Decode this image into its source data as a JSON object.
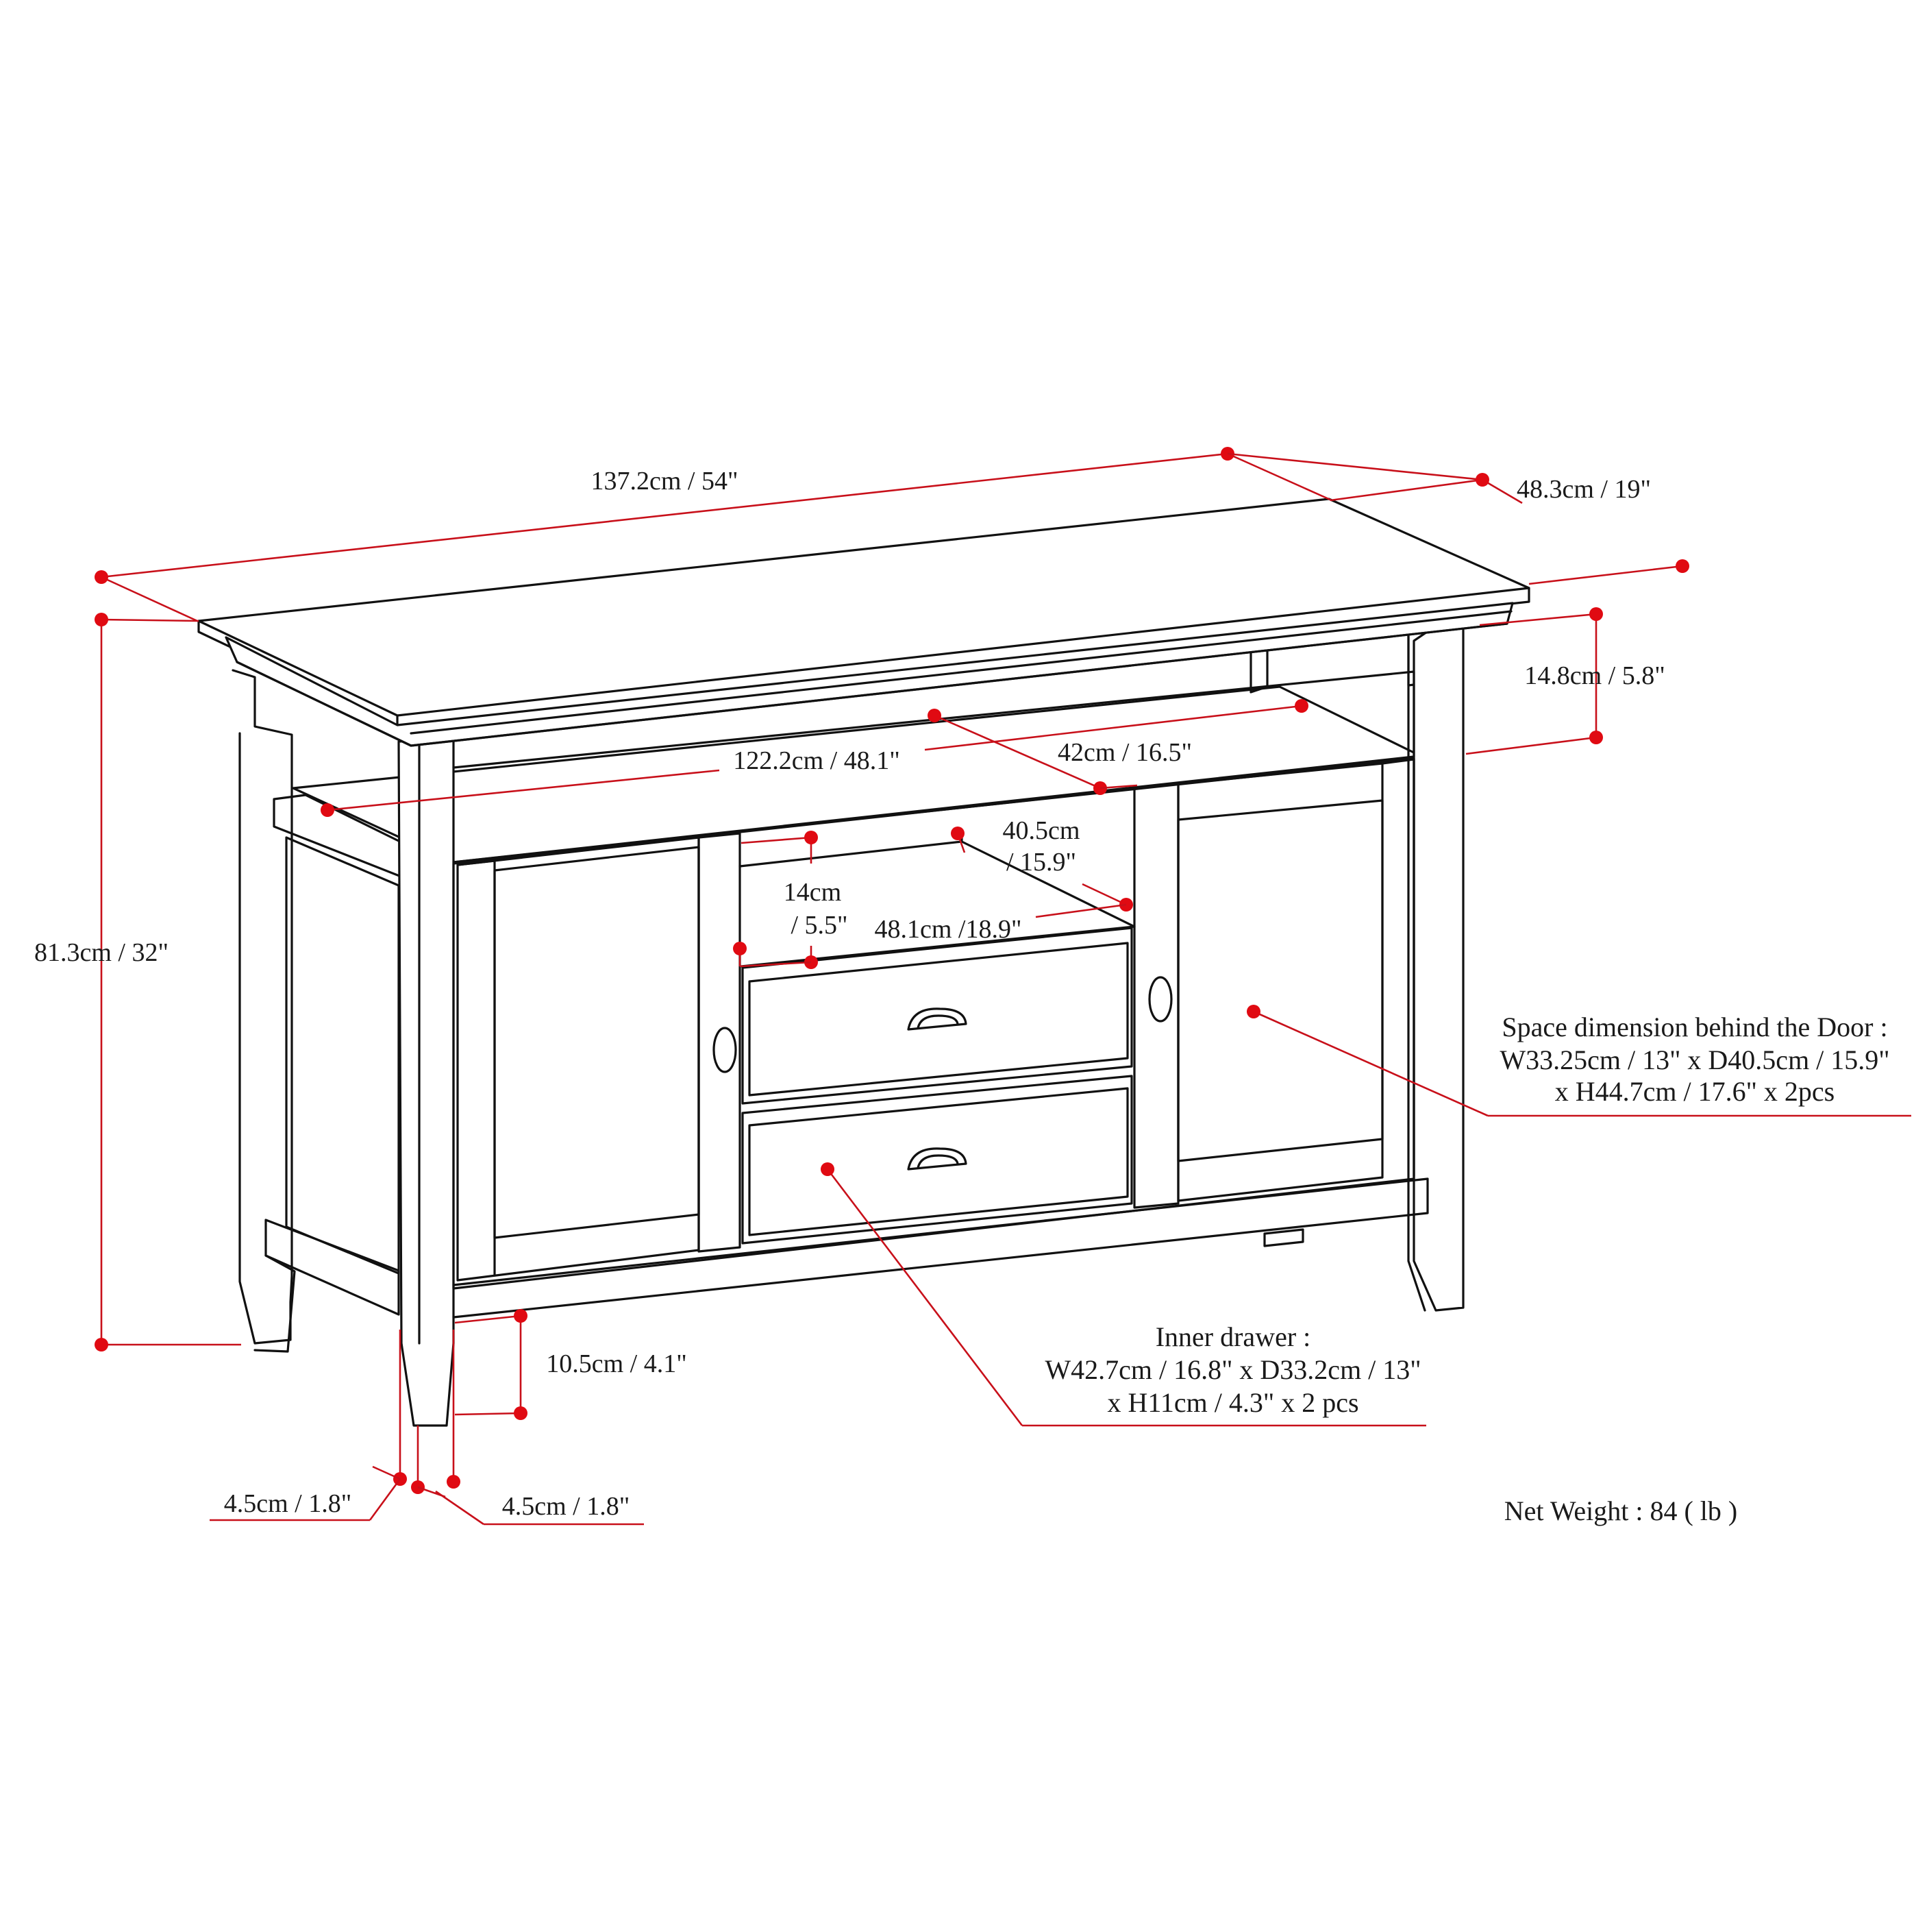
{
  "dimensions": {
    "width": "137.2cm / 54\"",
    "depth": "48.3cm / 19\"",
    "height": "81.3cm / 32\"",
    "top_thickness": "14.8cm / 5.8\"",
    "shelf_width": "122.2cm / 48.1\"",
    "shelf_depth": "42cm / 16.5\"",
    "opening_depth_1": "40.5cm",
    "opening_depth_2": "/ 15.9\"",
    "opening_height_1": "14cm",
    "opening_height_2": "/ 5.5\"",
    "opening_width": "48.1cm /18.9\"",
    "leg_clearance": "10.5cm / 4.1\"",
    "leg_width_left": "4.5cm / 1.8\"",
    "leg_width_right": "4.5cm / 1.8\""
  },
  "notes": {
    "door_space_line1": "Space dimension behind the Door :",
    "door_space_line2": "W33.25cm / 13\" x D40.5cm / 15.9\"",
    "door_space_line3": "x H44.7cm / 17.6\" x 2pcs",
    "drawer_line1": "Inner drawer :",
    "drawer_line2": "W42.7cm / 16.8\" x D33.2cm / 13\"",
    "drawer_line3": "x H11cm / 4.3\" x 2 pcs",
    "net_weight": "Net Weight : 84 ( lb )"
  },
  "colors": {
    "line": "#111111",
    "dimension": "#c8101a",
    "dot": "#e00a12",
    "background": "#ffffff"
  }
}
